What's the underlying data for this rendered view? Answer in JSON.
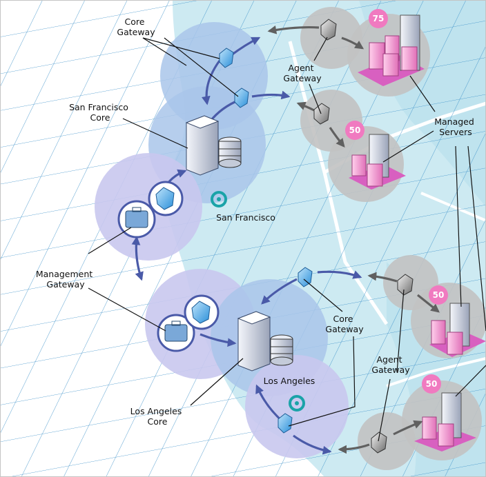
{
  "labels": {
    "core_gateway_top": [
      "Core",
      "Gateway"
    ],
    "agent_gateway_top": [
      "Agent",
      "Gateway"
    ],
    "sf_core": [
      "San Francisco",
      "Core"
    ],
    "managed_servers": [
      "Managed",
      "Servers"
    ],
    "sf_city": "San Francisco",
    "management_gateway": [
      "Management",
      "Gateway"
    ],
    "core_gateway_bottom": [
      "Core",
      "Gateway"
    ],
    "agent_gateway_bottom": [
      "Agent",
      "Gateway"
    ],
    "la_city": "Los Angeles",
    "la_core": [
      "Los Angeles",
      "Core"
    ]
  },
  "badges": {
    "sf_cluster_1": "75",
    "sf_cluster_2": "50",
    "la_cluster_1": "50",
    "la_cluster_2": "50"
  },
  "colors": {
    "map_land": "#cdeaf2",
    "grid": "#3a8fc9",
    "zone_blue": "#a9c6ea",
    "zone_purple": "#c9c8ee",
    "zone_gray": "#c2c2c2",
    "badge": "#f07ac0",
    "flow_arrow": "#4a5aa8",
    "city_marker": "#1aa3a8"
  },
  "icons": [
    "gateway-icon",
    "server-tower-icon",
    "database-icon",
    "briefcase-icon",
    "server-rack-icon",
    "location-marker-icon"
  ]
}
